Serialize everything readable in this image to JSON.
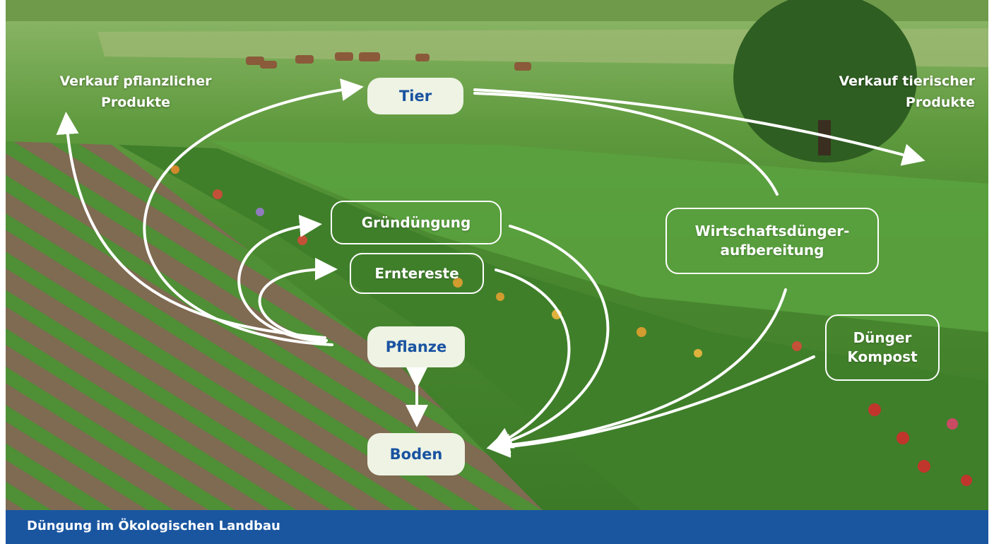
{
  "diagram": {
    "nodes": {
      "tier": "Tier",
      "pflanze": "Pflanze",
      "boden": "Boden",
      "gruenduengung": "Gründüngung",
      "erntereste": "Erntereste",
      "wirtschaftsduenger_line1": "Wirtschaftsdünger-",
      "wirtschaftsduenger_line2": "aufbereitung",
      "duenger_line1": "Dünger",
      "duenger_line2": "Kompost"
    },
    "labels": {
      "verkauf_pflanzlich_line1": "Verkauf pflanzlicher",
      "verkauf_pflanzlich_line2": "Produkte",
      "verkauf_tierisch_line1": "Verkauf tierischer",
      "verkauf_tierisch_line2": "Produkte"
    }
  },
  "caption": "Düngung im Ökologischen Landbau",
  "colors": {
    "caption_bar": "#1a56a0",
    "node_text": "#1a53a1",
    "node_fill": "#eef3e4",
    "arrow": "#ffffff"
  }
}
